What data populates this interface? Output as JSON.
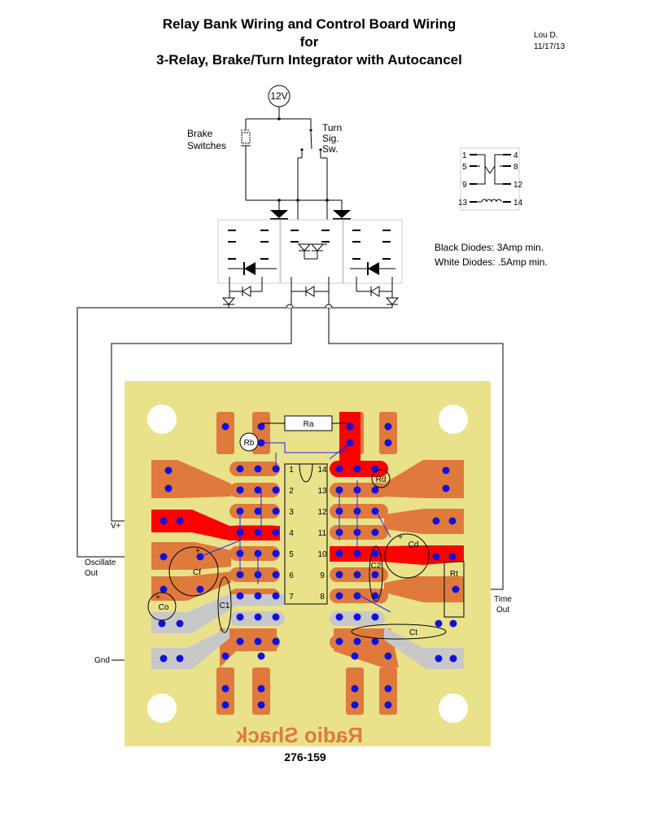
{
  "title": {
    "line1": "Relay Bank Wiring and Control Board Wiring",
    "line2": "for",
    "line3": "3-Relay, Brake/Turn Integrator with Autocancel"
  },
  "author": {
    "name": "Lou D.",
    "date": "11/17/13"
  },
  "supply": {
    "label": "12V"
  },
  "switches": {
    "brake": [
      "Brake",
      "Switches"
    ],
    "turn": [
      "Turn",
      "Sig.",
      "Sw."
    ]
  },
  "relay_pinout": {
    "pins": [
      "1",
      "4",
      "5",
      "8",
      "9",
      "12",
      "13",
      "14"
    ]
  },
  "notes": {
    "black_diodes": "Black Diodes: 3Amp min.",
    "white_diodes": "White Diodes: .5Amp min."
  },
  "board": {
    "brand": "Radio Shack",
    "part_number": "276-159",
    "ic_pins_left": [
      "1",
      "2",
      "3",
      "4",
      "5",
      "6",
      "7"
    ],
    "ic_pins_right": [
      "14",
      "13",
      "12",
      "11",
      "10",
      "9",
      "8"
    ],
    "components": {
      "ra": "Ra",
      "rb": "Rb",
      "rd": "Rd",
      "rt": "Rt",
      "cd": "Cd",
      "cf": "Cf",
      "co": "Co",
      "c1": "C1",
      "c2": "C2",
      "ct": "Ct"
    }
  },
  "connections": {
    "vplus": "V+",
    "oscillate_out": [
      "Oscillate",
      "Out"
    ],
    "gnd": "Gnd",
    "time_out": [
      "Time",
      "Out"
    ]
  },
  "colors": {
    "board": "#e9e28a",
    "pad": "#e07a3c",
    "power_trace": "#ff0000",
    "ground_trace": "#c8c8c8",
    "hole": "#1010e0"
  }
}
